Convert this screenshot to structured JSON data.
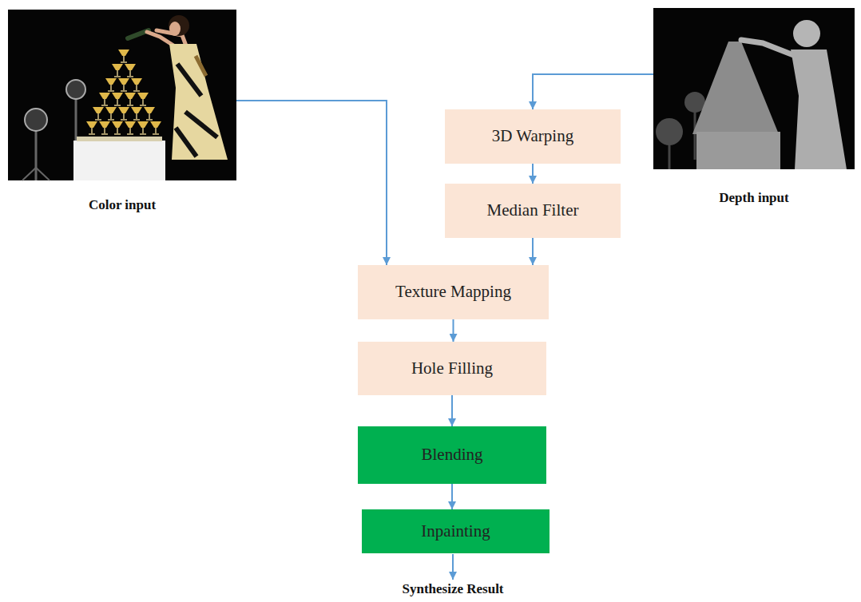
{
  "diagram": {
    "nodes": [
      {
        "text": [
          "Color input"
        ]
      },
      {
        "text": [
          "Depth input"
        ]
      },
      {
        "text": [
          "3D Warping"
        ]
      },
      {
        "text": [
          "Median Filter"
        ]
      },
      {
        "text": [
          "Texture Mapping"
        ]
      },
      {
        "text": [
          "Hole Filling"
        ]
      },
      {
        "text": [
          "Blending"
        ]
      },
      {
        "text": [
          "Inpainting"
        ]
      }
    ],
    "edges": [
      {
        "from": 0,
        "to": 4,
        "arrow": "to"
      },
      {
        "from": 1,
        "to": 2,
        "arrow": "to"
      },
      {
        "from": 2,
        "to": 3,
        "arrow": "to"
      },
      {
        "from": 3,
        "to": 4,
        "arrow": "to"
      },
      {
        "from": 4,
        "to": 5,
        "arrow": "to"
      },
      {
        "from": 5,
        "to": 6,
        "arrow": "to"
      },
      {
        "from": 6,
        "to": 7,
        "arrow": "to"
      }
    ],
    "labels": [
      "Synthesize Result"
    ]
  }
}
